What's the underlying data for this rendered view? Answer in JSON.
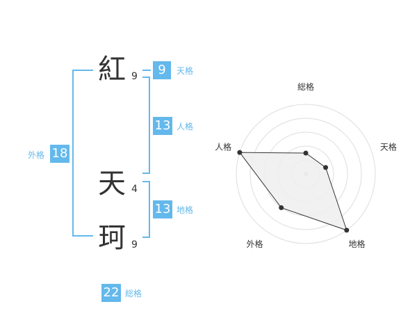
{
  "name": {
    "chars": [
      {
        "char": "紅",
        "strokes": "9"
      },
      {
        "char": "天",
        "strokes": "4"
      },
      {
        "char": "珂",
        "strokes": "9"
      }
    ]
  },
  "fortune": {
    "tenkaku": {
      "value": "9",
      "label": "天格"
    },
    "jinkaku": {
      "value": "13",
      "label": "人格"
    },
    "chikaku": {
      "value": "13",
      "label": "地格"
    },
    "gaikaku": {
      "value": "18",
      "label": "外格"
    },
    "soukaku": {
      "value": "22",
      "label": "総格"
    }
  },
  "colors": {
    "accent": "#63b8ec",
    "text": "#333333",
    "grid": "#dddddd",
    "fill": "#eeeeee"
  },
  "chart_data": {
    "type": "radar",
    "axes": [
      "総格",
      "天格",
      "地格",
      "外格",
      "人格"
    ],
    "values": [
      0.3,
      0.3,
      1.0,
      0.6,
      1.0
    ],
    "rings": 5
  }
}
